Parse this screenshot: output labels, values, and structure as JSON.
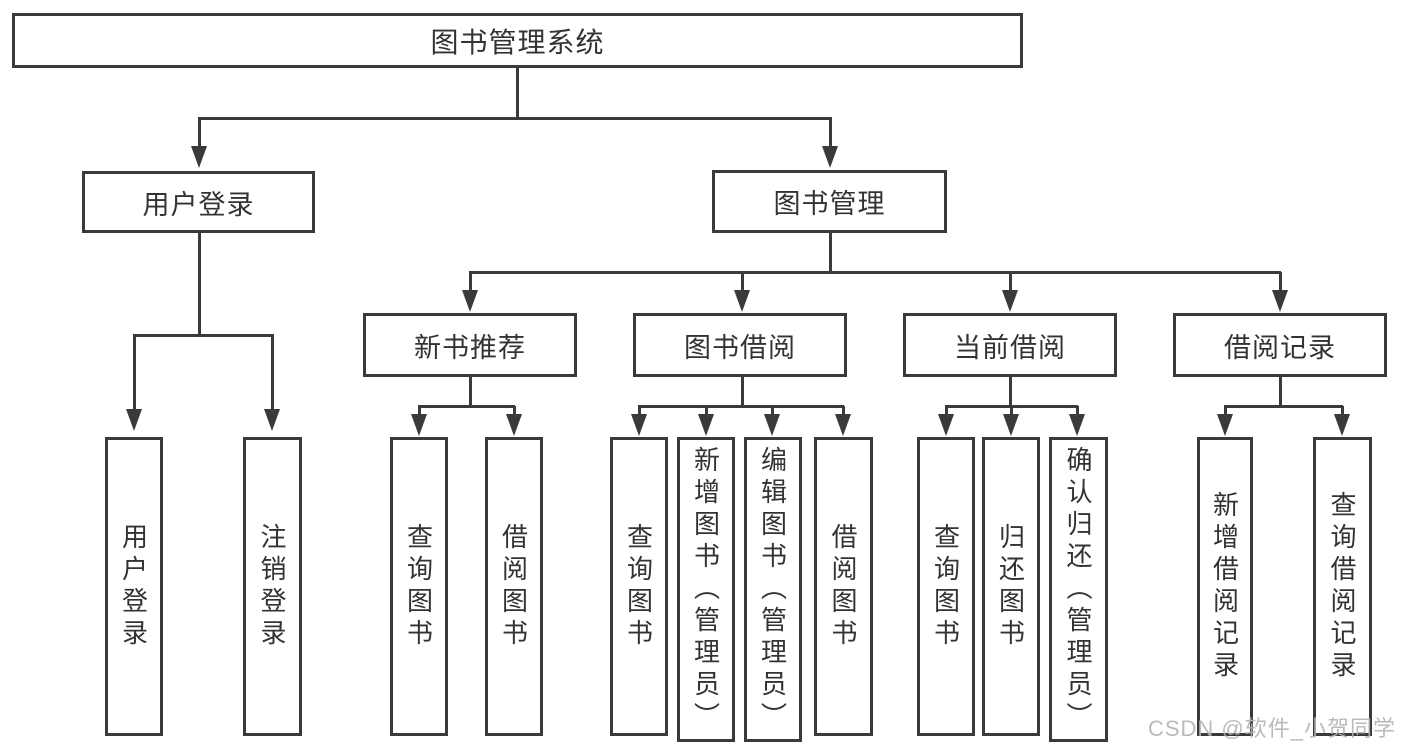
{
  "diagram": {
    "root": {
      "label": "图书管理系统"
    },
    "level2": [
      {
        "label": "用户登录"
      },
      {
        "label": "图书管理"
      }
    ],
    "level3": [
      {
        "label": "新书推荐"
      },
      {
        "label": "图书借阅"
      },
      {
        "label": "当前借阅"
      },
      {
        "label": "借阅记录"
      }
    ],
    "leaves": {
      "user": [
        "用户登录",
        "注销登录"
      ],
      "recommend": [
        "查询图书",
        "借阅图书"
      ],
      "borrow": [
        "查询图书",
        "新增图书（管理员）",
        "编辑图书（管理员）",
        "借阅图书"
      ],
      "current": [
        "查询图书",
        "归还图书",
        "确认归还（管理员）"
      ],
      "records": [
        "新增借阅记录",
        "查询借阅记录"
      ]
    },
    "colors": {
      "line": "#3a3a3a",
      "text": "#333333",
      "background": "#ffffff",
      "watermark": "#b2b2b2"
    }
  },
  "watermark": {
    "text": "CSDN @软件_小贺同学"
  }
}
